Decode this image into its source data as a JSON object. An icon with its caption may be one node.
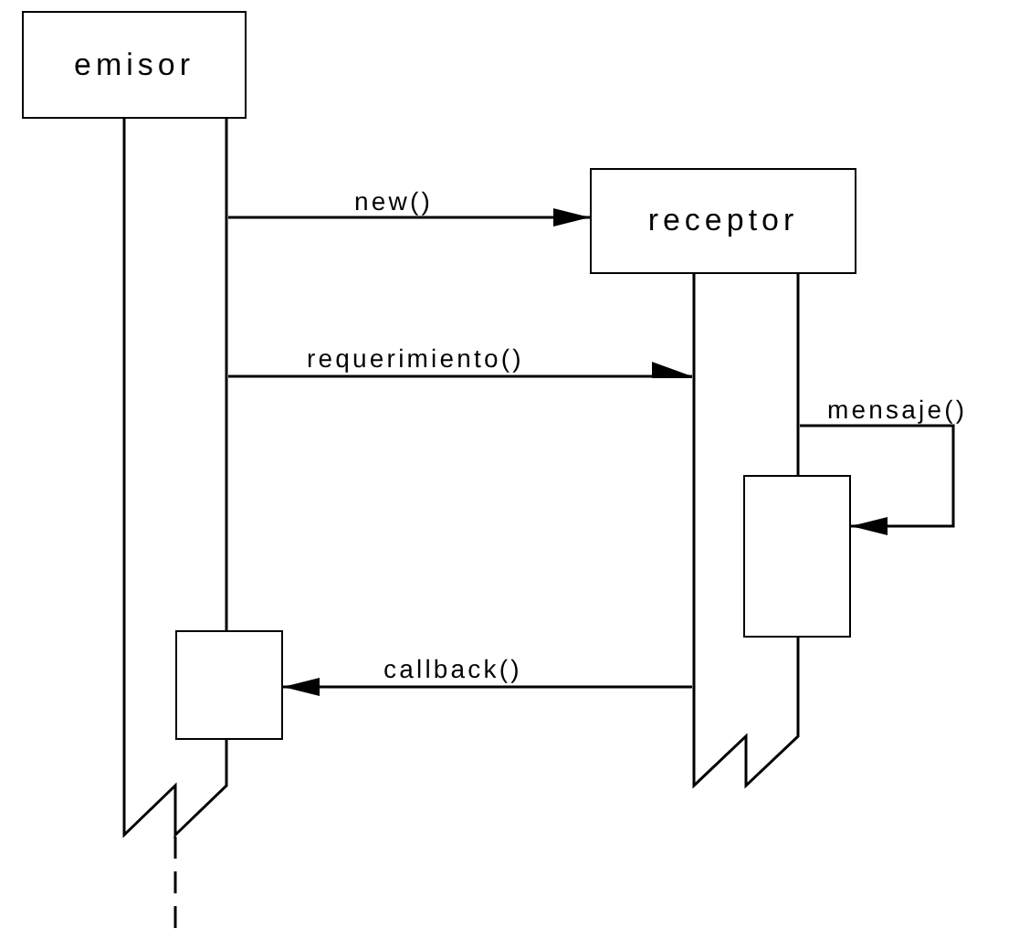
{
  "diagram": {
    "nodes": [
      {
        "text": [
          "emisor"
        ]
      },
      {
        "text": [],
        "shape": "bar"
      },
      {
        "text": [
          "receptor"
        ]
      },
      {
        "text": [],
        "shape": "bar"
      },
      {
        "text": [],
        "shape": "box"
      },
      {
        "text": [],
        "shape": "box"
      }
    ],
    "edges": [
      {
        "from": 1,
        "to": 2,
        "arrow": "to",
        "label": "new()"
      },
      {
        "from": 1,
        "to": 3,
        "arrow": "to",
        "label": "requerimiento()"
      },
      {
        "from": 3,
        "to": 4,
        "arrow": "to",
        "label": "mensaje()"
      },
      {
        "from": 3,
        "to": 5,
        "arrow": "to",
        "label": "callback()"
      }
    ]
  }
}
